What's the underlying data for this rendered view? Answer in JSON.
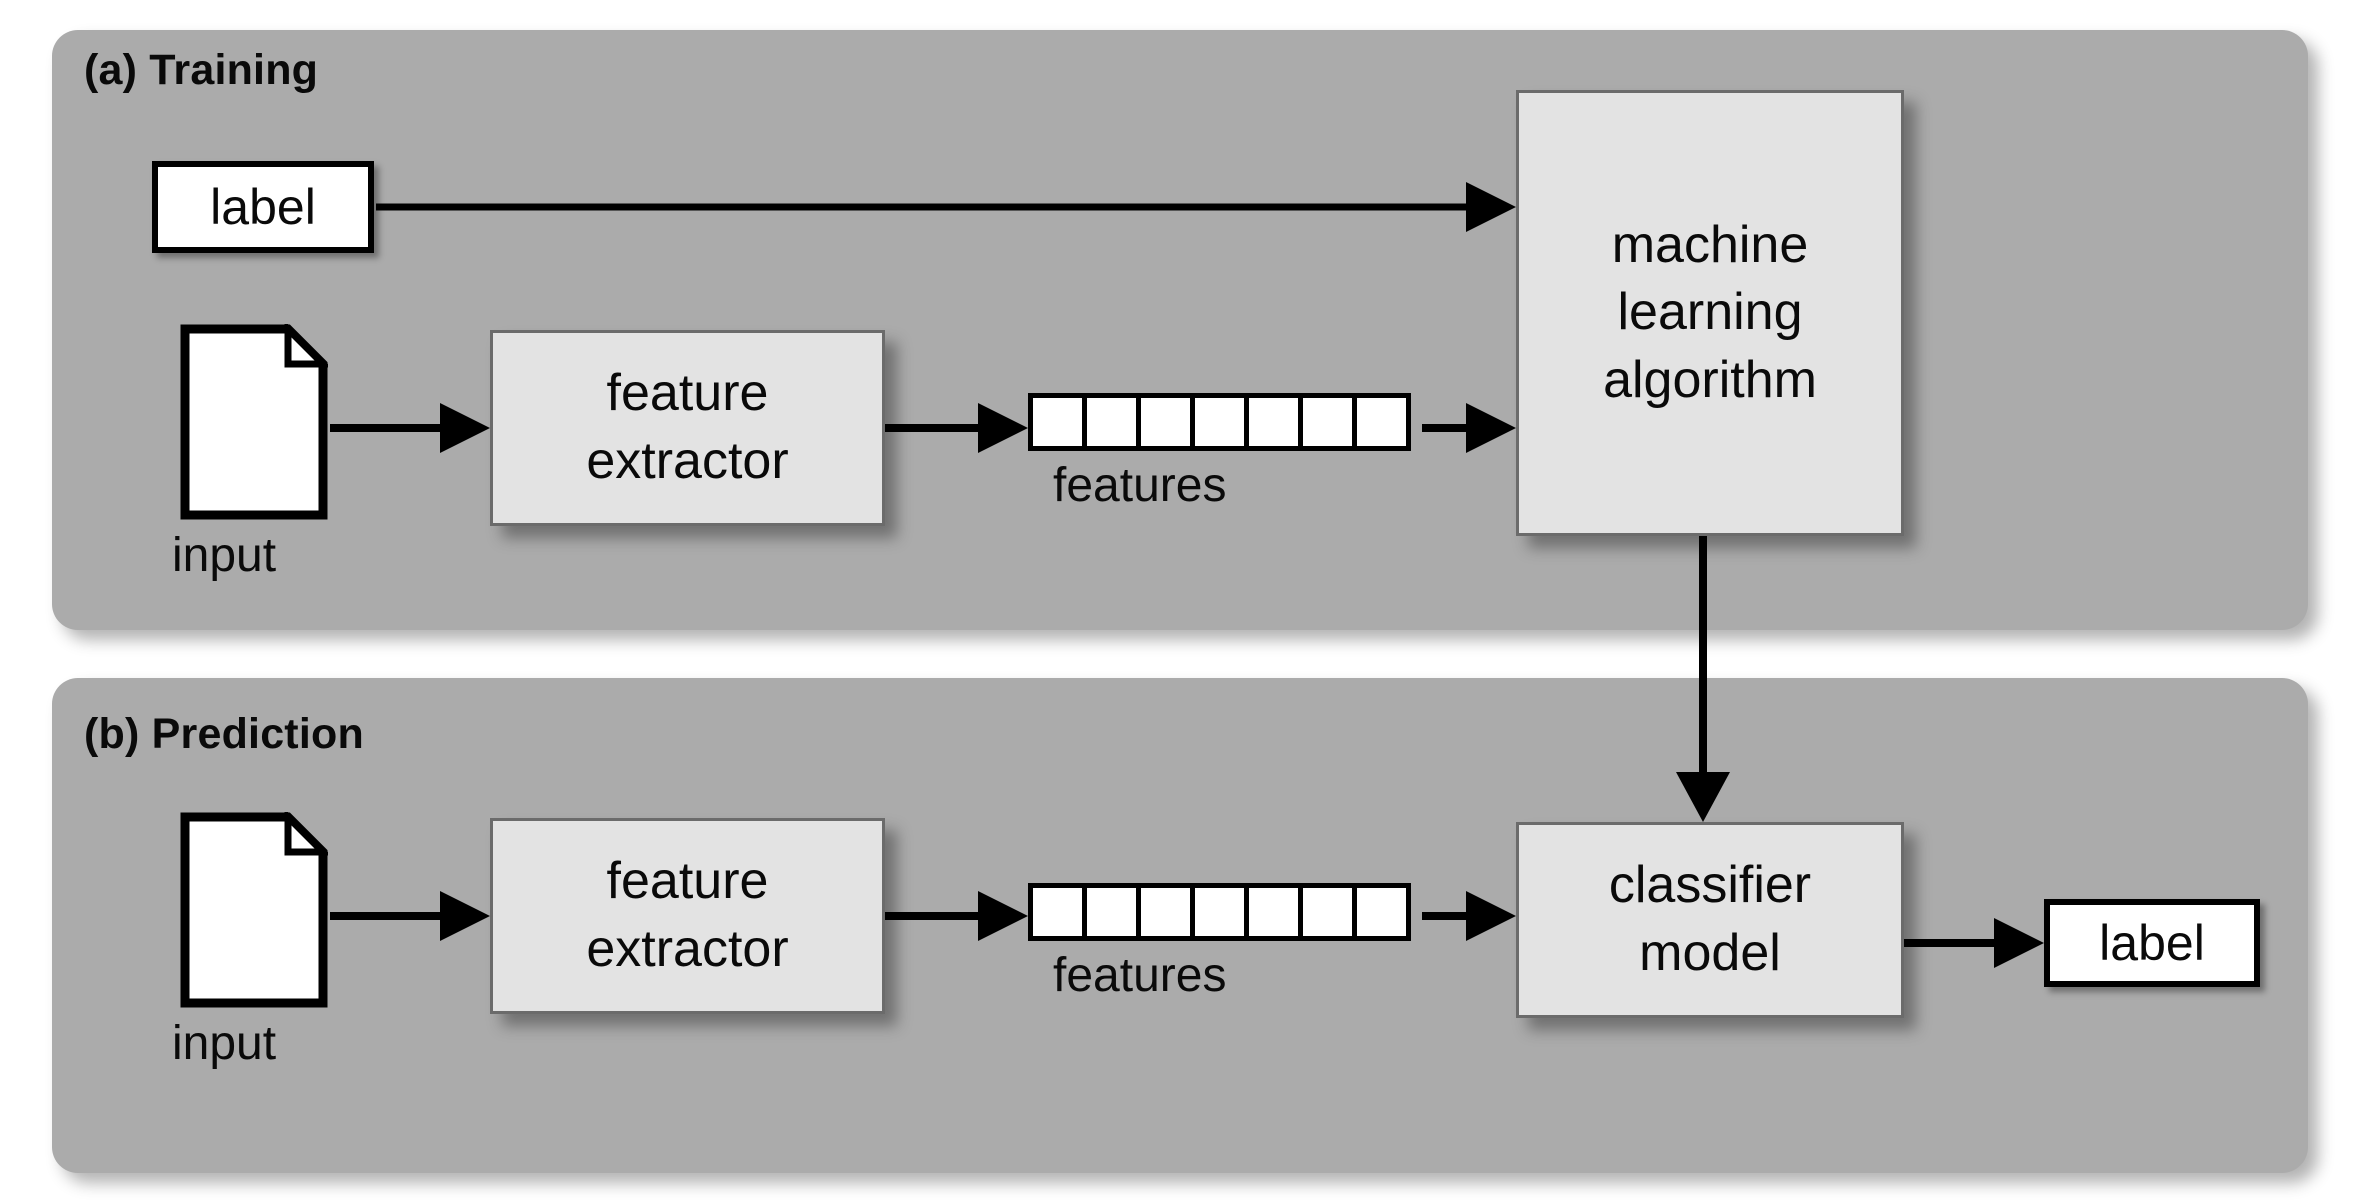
{
  "figure": {
    "type": "diagram",
    "description": "Two-stage supervised machine learning pipeline diagram: training and prediction",
    "background_color": "#ffffff",
    "panel_color": "#ababab",
    "process_box_color": "#e3e3e3",
    "box_border_color": "#6b6b6b",
    "stroke_color": "#000000"
  },
  "panels": [
    {
      "id": "training",
      "title": "(a) Training",
      "nodes": {
        "label_box": "label",
        "input_icon_caption": "input",
        "feature_extractor": [
          "feature",
          "extractor"
        ],
        "features_vector_caption": "features",
        "features_vector_cells": 7,
        "algorithm_box": [
          "machine",
          "learning",
          "algorithm"
        ]
      }
    },
    {
      "id": "prediction",
      "title": "(b) Prediction",
      "nodes": {
        "input_icon_caption": "input",
        "feature_extractor": [
          "feature",
          "extractor"
        ],
        "features_vector_caption": "features",
        "features_vector_cells": 7,
        "classifier_box": [
          "classifier",
          "model"
        ],
        "label_box": "label"
      }
    }
  ],
  "edges": [
    {
      "from": "label-box-training",
      "to": "machine-learning-algorithm",
      "style": "arrow"
    },
    {
      "from": "input-document-training",
      "to": "feature-extractor-training",
      "style": "arrow"
    },
    {
      "from": "feature-extractor-training",
      "to": "features-vector-training",
      "style": "arrow"
    },
    {
      "from": "features-vector-training",
      "to": "machine-learning-algorithm",
      "style": "arrow"
    },
    {
      "from": "machine-learning-algorithm",
      "to": "classifier-model",
      "style": "arrow"
    },
    {
      "from": "input-document-prediction",
      "to": "feature-extractor-prediction",
      "style": "arrow"
    },
    {
      "from": "feature-extractor-prediction",
      "to": "features-vector-prediction",
      "style": "arrow"
    },
    {
      "from": "features-vector-prediction",
      "to": "classifier-model",
      "style": "arrow"
    },
    {
      "from": "classifier-model",
      "to": "label-box-prediction",
      "style": "arrow"
    }
  ]
}
